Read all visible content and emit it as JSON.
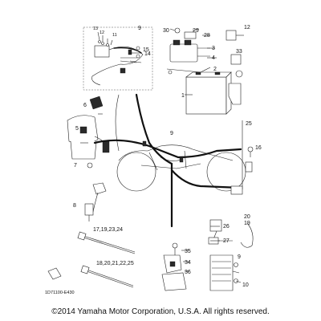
{
  "diagram": {
    "callouts": {
      "n1": "1",
      "n2": "2",
      "n3": "3",
      "n4": "4",
      "n5": "5",
      "n6": "6",
      "n7": "7",
      "n8": "8",
      "n9a": "9",
      "n9b": "9",
      "n9c": "9",
      "n10": "10",
      "n11": "11",
      "n12a": "12",
      "n12b": "12",
      "n13": "13",
      "n14": "14",
      "n15": "15",
      "n16": "16",
      "n19": "19",
      "n20": "20",
      "n25": "25",
      "n26": "26",
      "n27": "27",
      "n28": "28",
      "n29": "29",
      "n30": "30",
      "n33": "33",
      "n34": "34",
      "n35": "35",
      "n36": "36",
      "group_a": "17,19,23,24",
      "group_b": "18,20,21,22,25"
    },
    "part_code": "1D71100-E430"
  },
  "footer": {
    "copyright": "©2014 Yamaha Motor Corporation, U.S.A. All rights reserved."
  }
}
